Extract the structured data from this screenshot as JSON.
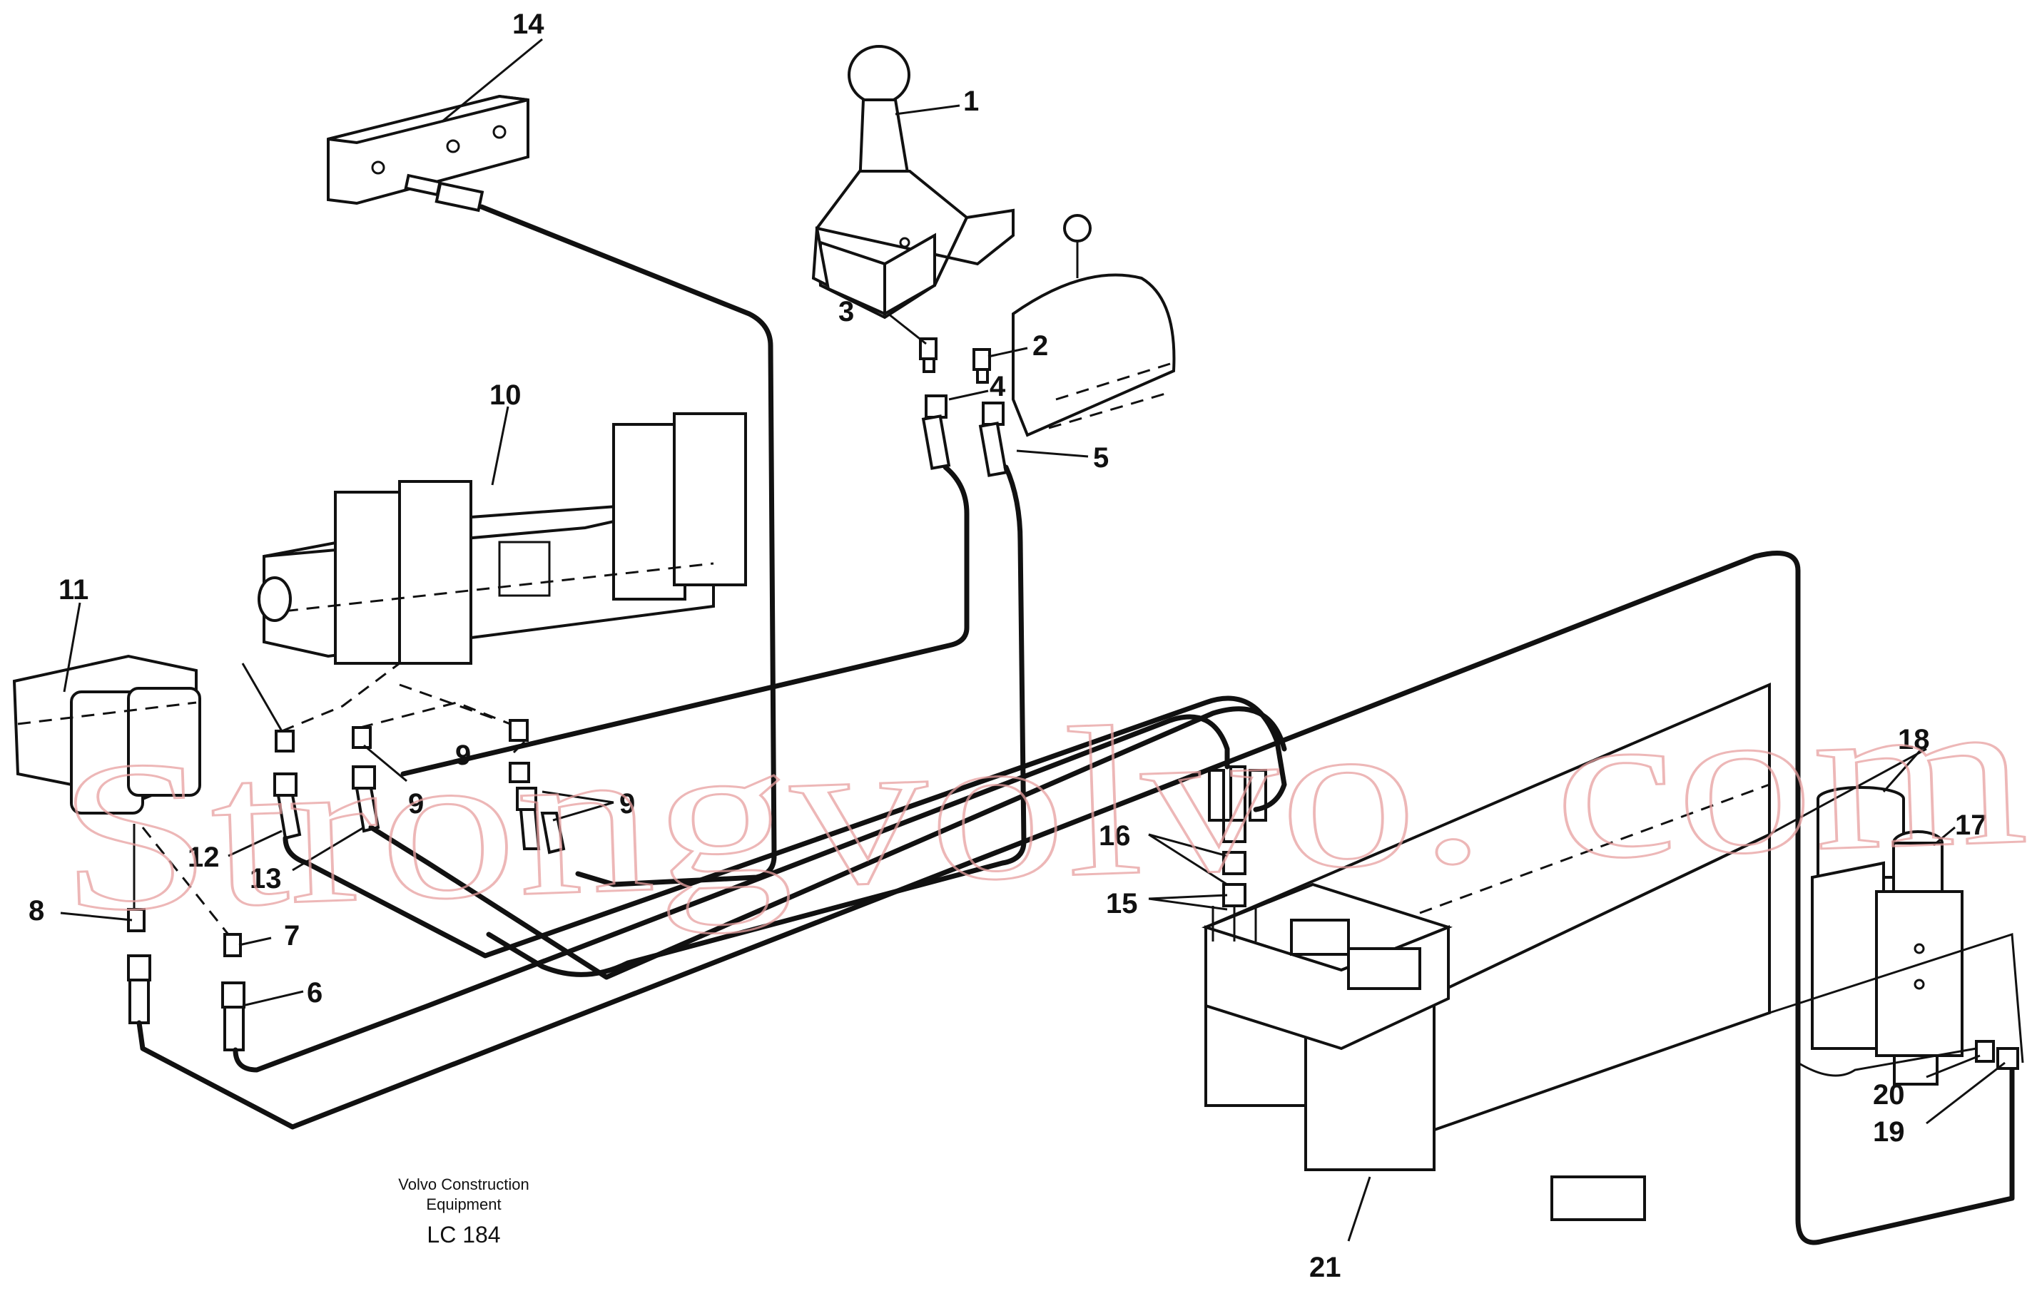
{
  "labels": {
    "p1": "1",
    "p2": "2",
    "p3": "3",
    "p4": "4",
    "p5": "5",
    "p6": "6",
    "p7": "7",
    "p8": "8",
    "p9a": "9",
    "p9b": "9",
    "p9c": "9",
    "p10": "10",
    "p11": "11",
    "p12": "12",
    "p13": "13",
    "p14": "14",
    "p15": "15",
    "p16": "16",
    "p17": "17",
    "p18": "18",
    "p19": "19",
    "p20": "20",
    "p21": "21"
  },
  "caption": {
    "line1": "Volvo Construction",
    "line2": "Equipment",
    "code": "LC 184"
  },
  "watermark": "Strongvolvo. com",
  "colors": {
    "line": "#111111",
    "watermark": "#e8a0a0"
  }
}
